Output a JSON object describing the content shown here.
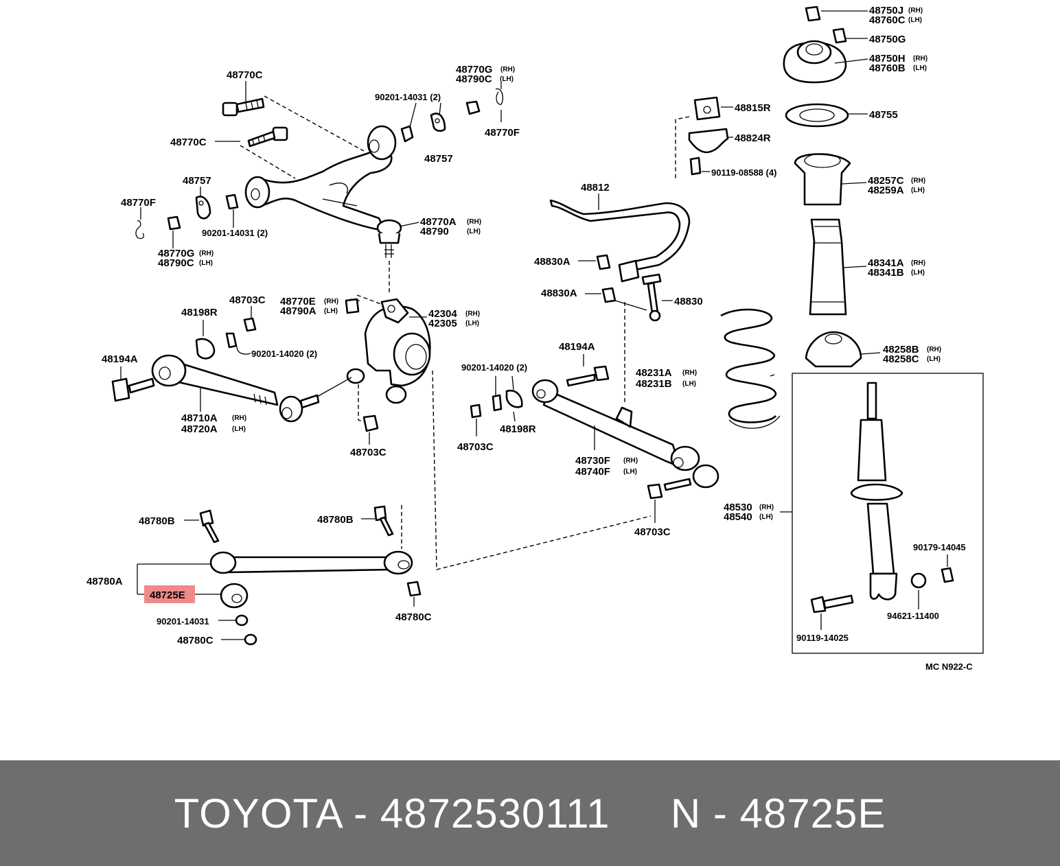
{
  "diagram": {
    "highlight_color": "#f08a8a",
    "highlighted_part": "48725E",
    "ref_code": "MC N922-C",
    "part_labels": {
      "p48770c_top": "48770C",
      "p48770c_mid": "48770C",
      "p48770g_top": "48770G",
      "p48790c_top": "48790C",
      "p90201_14031_top": "90201-14031 (2)",
      "p48757_top": "48757",
      "p48770f_top": "48770F",
      "p48757_left": "48757",
      "p48770f_left": "48770F",
      "p90201_14031_left": "90201-14031 (2)",
      "p48770g_left": "48770G",
      "p48790c_left": "48790C",
      "p48770a": "48770A",
      "p48790": "48790",
      "p48703c_a": "48703C",
      "p48770e": "48770E",
      "p48790a": "48790A",
      "p48198r_left": "48198R",
      "p42304": "42304",
      "p42305": "42305",
      "p90201_14020_left": "90201-14020 (2)",
      "p48194a_left": "48194A",
      "p48710a": "48710A",
      "p48720a": "48720A",
      "p48703c_b": "48703C",
      "p48780b_left": "48780B",
      "p48780b_mid": "48780B",
      "p48780a": "48780A",
      "p48725e": "48725E",
      "p90201_14031_bottom": "90201-14031",
      "p48780c_left": "48780C",
      "p48780c_mid": "48780C",
      "p90201_14020_mid": "90201-14020 (2)",
      "p48194a_mid": "48194A",
      "p48703c_c": "48703C",
      "p48198r_mid": "48198R",
      "p48730f": "48730F",
      "p48740f": "48740F",
      "p48703c_d": "48703C",
      "p48812": "48812",
      "p48830a_a": "48830A",
      "p48830a_b": "48830A",
      "p48830": "48830",
      "p48815r": "48815R",
      "p48824r": "48824R",
      "p90119_08588": "90119-08588 (4)",
      "p48750j": "48750J",
      "p48760c": "48760C",
      "p48750g": "48750G",
      "p48750h": "48750H",
      "p48760b": "48760B",
      "p48755": "48755",
      "p48257c": "48257C",
      "p48259a": "48259A",
      "p48341a": "48341A",
      "p48341b": "48341B",
      "p48231a": "48231A",
      "p48231b": "48231B",
      "p48258b": "48258B",
      "p48258c": "48258C",
      "p48530": "48530",
      "p48540": "48540",
      "p90179_14045": "90179-14045",
      "p94621_11400": "94621-11400",
      "p90119_14025": "90119-14025"
    },
    "side_tags": {
      "rh": "(RH)",
      "lh": "(LH)"
    }
  },
  "footer": {
    "text": "TOYOTA - 4872530111     N - 48725E",
    "background": "#6e6e6e"
  }
}
